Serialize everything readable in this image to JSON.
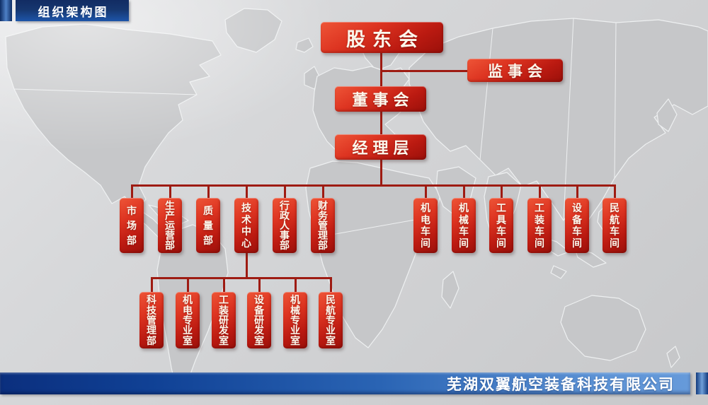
{
  "page": {
    "title_badge": "组织架构图",
    "company_name": "芜湖双翼航空装备科技有限公司"
  },
  "org": {
    "root": "股东会",
    "supervisory_board": "监事会",
    "board_of_directors": "董事会",
    "management_level": "经理层",
    "departments": [
      "市场部",
      "生产运营部",
      "质量部",
      "技术中心",
      "行政人事部",
      "财务管理部"
    ],
    "workshops": [
      "机电车间",
      "机械车间",
      "工具车间",
      "工装车间",
      "设备车间",
      "民航车间"
    ],
    "tech_center_children": [
      "科技管理部",
      "机电专业室",
      "工装研发室",
      "设备研发室",
      "机械专业室",
      "民航专业室"
    ]
  },
  "colors": {
    "box_red_light": "#ee5537",
    "box_red_dark": "#9a100a",
    "connector_red": "#9e1b12",
    "badge_blue_top": "#122c63",
    "badge_blue_bottom": "#1d55a9",
    "footer_blue_left": "#0b2f7e",
    "footer_blue_right": "#669ada",
    "background_gray": "#d2d3d5",
    "map_gray": "#c6c7c9"
  }
}
